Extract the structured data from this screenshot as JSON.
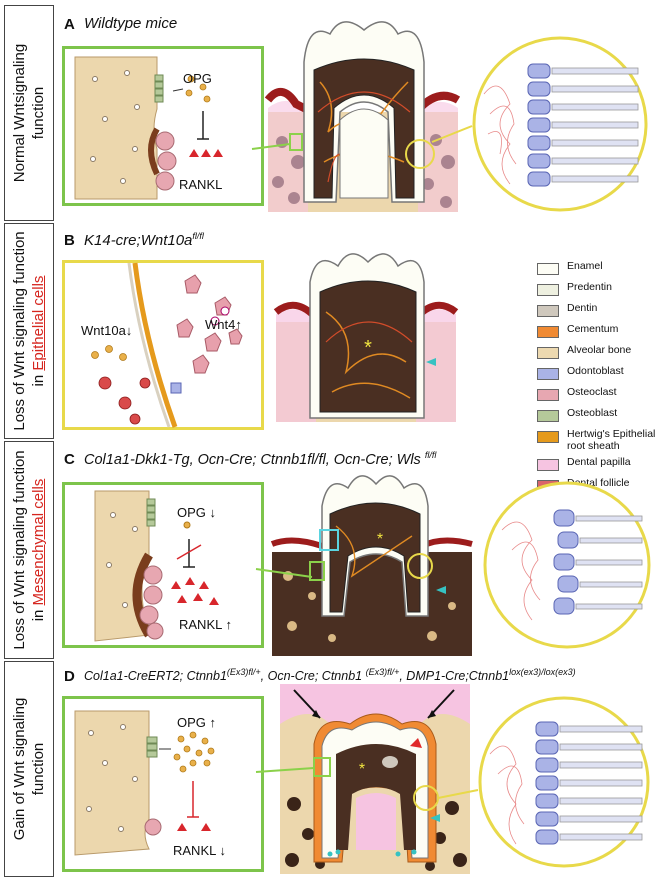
{
  "rows": [
    {
      "label": "Normal Wntsignaling function",
      "lines": [
        "Normal Wntsignaling",
        "function"
      ]
    },
    {
      "label": "Loss of Wnt signaling function in Epithelial cells",
      "lines": [
        "Loss of Wnt signaling function",
        "in "
      ],
      "underlined": "Epithelial cells"
    },
    {
      "label": "Loss of Wnt signaling function in Mesenchymal cells",
      "lines": [
        "Loss of Wnt signaling function",
        "in "
      ],
      "underlined": "Mesenchymal cells"
    },
    {
      "label": "Gain of Wnt signaling function",
      "lines": [
        "Gain of Wnt signaling",
        "function"
      ]
    }
  ],
  "panels": {
    "A": {
      "letter": "A",
      "title": "Wildtype mice",
      "opg": "OPG",
      "rankl": "RANKL"
    },
    "B": {
      "letter": "B",
      "title_main": "K14-cre;Wnt10a",
      "title_sup": "fl/fl",
      "wnt10a": "Wnt10a↓",
      "wnt4": "Wnt4↑"
    },
    "C": {
      "letter": "C",
      "title": "Col1a1-Dkk1-Tg, Ocn-Cre; Ctnnb1fl/fl, Ocn-Cre; Wls ",
      "title_sup": "fl/fl",
      "opg": "OPG ↓",
      "rankl": "RANKL ↑"
    },
    "D": {
      "letter": "D",
      "t1": "Col1a1-CreERT2; Ctnnb1",
      "s1": "(Ex3)fl/+",
      "t2": ", Ocn-Cre; Ctnnb1 ",
      "s2": "(Ex3)fl/+",
      "t3": ", DMP1-Cre;Ctnnb1",
      "s3": "lox(ex3)/lox(ex3)",
      "opg": "OPG ↑",
      "rankl": "RANKL ↓"
    }
  },
  "legend": [
    {
      "label": "Enamel",
      "color": "#fdfdf5"
    },
    {
      "label": "Predentin",
      "color": "#eef0e0"
    },
    {
      "label": "Dentin",
      "color": "#cfc8bd"
    },
    {
      "label": "Cementum",
      "color": "#f08a33"
    },
    {
      "label": "Alveolar bone",
      "color": "#edd9b0"
    },
    {
      "label": "Odontoblast",
      "color": "#aab3e6"
    },
    {
      "label": "Osteoclast",
      "color": "#e7a7b1"
    },
    {
      "label": "Osteoblast",
      "color": "#b5c99a"
    },
    {
      "label": "Hertwig's Epithelial root sheath",
      "color": "#e59a1c"
    },
    {
      "label": "Dental papilla",
      "color": "#f6c4e1"
    },
    {
      "label": "Dental follicle",
      "color": "#d9656b"
    }
  ]
}
